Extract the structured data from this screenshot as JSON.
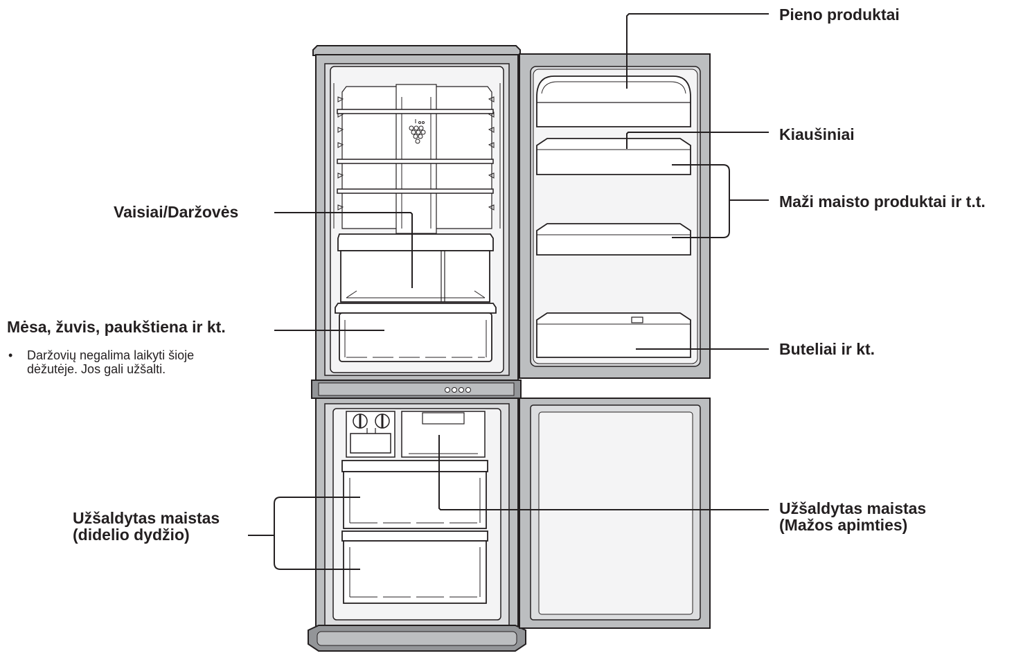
{
  "labels": {
    "dairy": "Pieno produktai",
    "eggs": "Kiaušiniai",
    "small_foods": "Maži maisto produktai ir t.t.",
    "fruits_vegetables": "Vaisiai/Daržovės",
    "meat_fish": "Mėsa, žuvis, paukštiena ir kt.",
    "bottles": "Buteliai ir kt.",
    "frozen_large_line1": "Užšaldytas maistas",
    "frozen_large_line2": "(didelio dydžio)",
    "frozen_small_line1": "Užšaldytas maistas",
    "frozen_small_line2": "(Mažos apimties)"
  },
  "note": {
    "bullet": "•",
    "text": "Daržovių negalima laikyti šioje dėžutėje. Jos gali užšalti."
  },
  "colors": {
    "outline": "#231f20",
    "cabinet_gray": "#bcbec0",
    "cabinet_dark": "#939598",
    "interior": "#f4f4f5",
    "bin_fill": "#e6e7e8"
  }
}
